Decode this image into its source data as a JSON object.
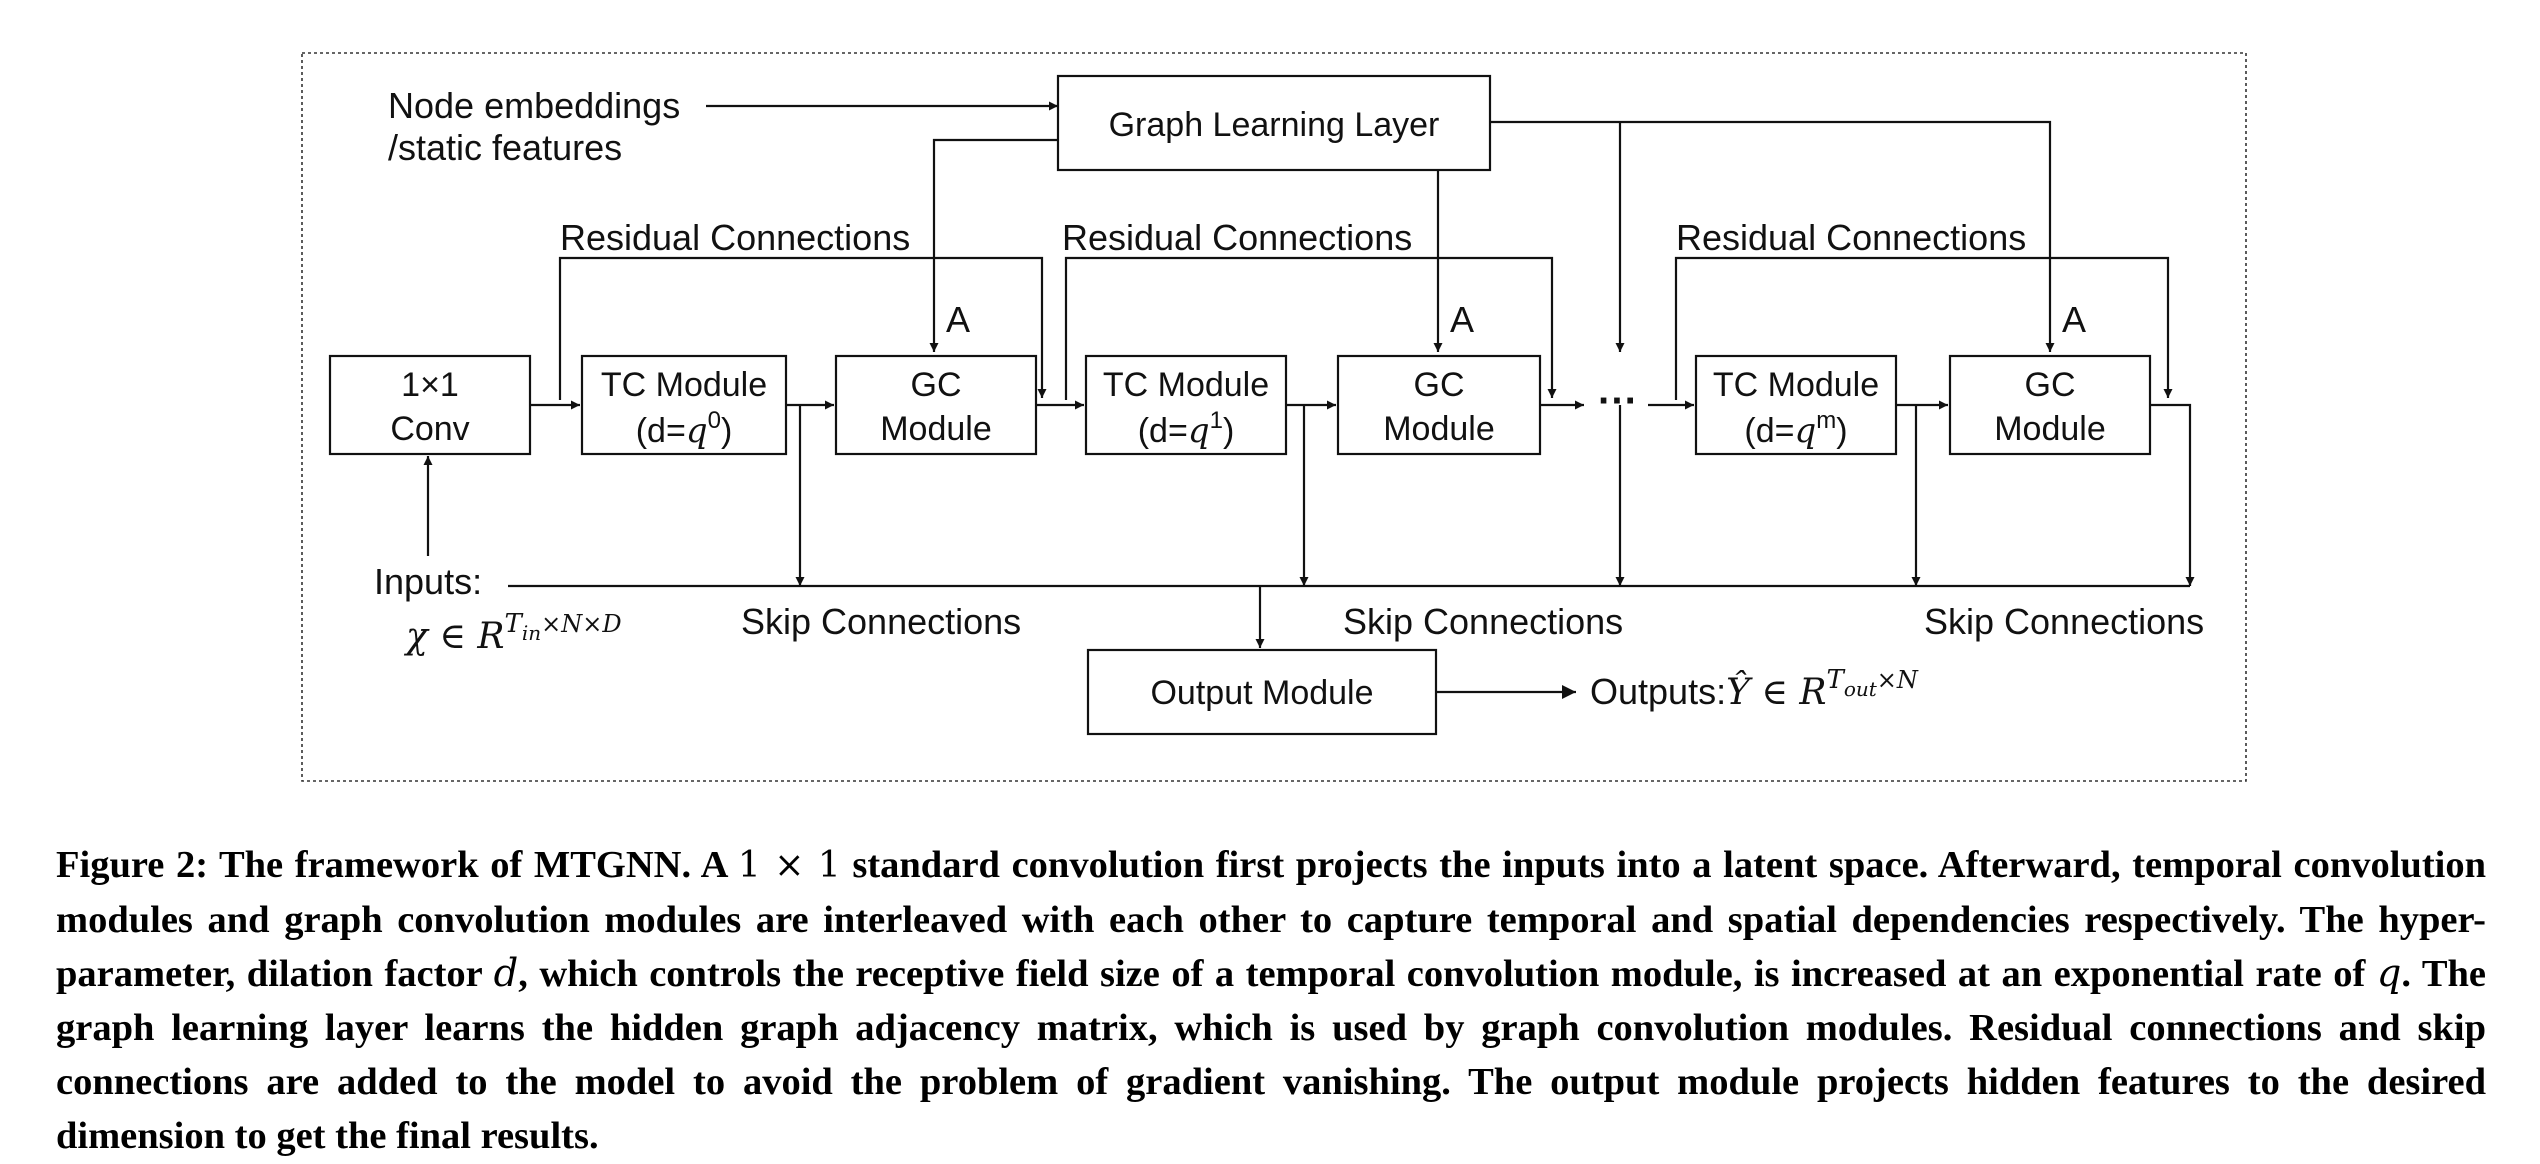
{
  "diagram": {
    "node_embeddings_line1": "Node embeddings",
    "node_embeddings_line2": "/static features",
    "graph_learning_layer": "Graph Learning Layer",
    "residual_label": "Residual Connections",
    "skip_label": "Skip Connections",
    "adjacency_label": "A",
    "conv_line1": "1×1",
    "conv_line2": "Conv",
    "tc_module": "TC Module",
    "tc_d_prefix": "(d=",
    "tc_q": "q",
    "tc_sup_0": "0",
    "tc_sup_1": "1",
    "tc_sup_m": "m",
    "tc_close": ")",
    "gc_line1": "GC",
    "gc_line2": "Module",
    "ellipsis": "···",
    "inputs_label": "Inputs:",
    "inputs_symbol": "χ ∈ R",
    "inputs_sub": "in",
    "inputs_sup_T": "T",
    "inputs_sup_rest": "×N×D",
    "output_module": "Output Module",
    "outputs_label": "Outputs:",
    "outputs_symbol": "Ŷ ∈ R",
    "outputs_sup_T": "T",
    "outputs_sub": "out",
    "outputs_sup_rest": "×N"
  },
  "caption": {
    "prefix": "Figure 2: The framework of MTGNN. A ",
    "math_conv": "1 × 1",
    "part2": " standard convolution first projects the inputs into a latent space. Afterward, temporal convolution modules and graph convolution modules are interleaved with each other to capture temporal and spatial dependencies respectively. The hyper-parameter, dilation factor ",
    "math_d": "d",
    "part3": ", which controls the receptive field size of a temporal convolution module, is increased at an exponential rate of ",
    "math_q": "q",
    "part4": ". The graph learning layer learns the hidden graph adjacency matrix, which is used by graph convolution modules. Residual connections and skip connections are added to the model to avoid the problem of gradient vanishing. The output module projects hidden features to the desired dimension to get the final results."
  }
}
